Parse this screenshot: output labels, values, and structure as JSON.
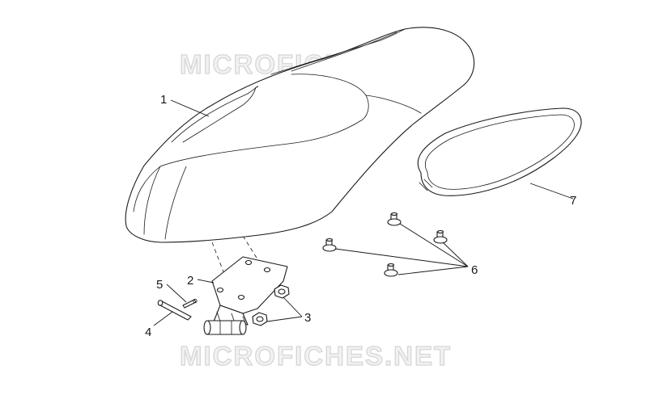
{
  "watermark": "MICROFICHES.NET",
  "callouts": {
    "seat": "1",
    "hinge_bracket": "2",
    "nuts": "3",
    "pin": "4",
    "split_pin": "5",
    "rubber_buffers": "6",
    "seal_gasket": "7"
  }
}
